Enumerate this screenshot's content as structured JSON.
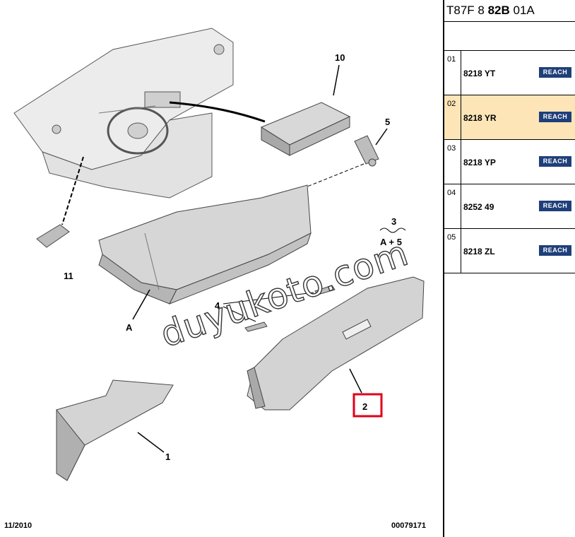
{
  "header": {
    "prefix": "T87F 8 ",
    "bold": "82B",
    "suffix": " 01A"
  },
  "rows": [
    {
      "num": "01",
      "code": "8218 YT",
      "badge": "REACH",
      "selected": false
    },
    {
      "num": "02",
      "code": "8218 YR",
      "badge": "REACH",
      "selected": true
    },
    {
      "num": "03",
      "code": "8218 YP",
      "badge": "REACH",
      "selected": false
    },
    {
      "num": "04",
      "code": "8252 49",
      "badge": "REACH",
      "selected": false
    },
    {
      "num": "05",
      "code": "8218 ZL",
      "badge": "REACH",
      "selected": false
    }
  ],
  "callouts": {
    "c10": "10",
    "c5": "5",
    "c3": "3",
    "a5": "A + 5",
    "c11": "11",
    "a": "A",
    "c4": "4",
    "c2": "2",
    "c1": "1"
  },
  "footer": {
    "date": "11/2010",
    "ref": "00079171"
  },
  "watermark": "duyukoto.com",
  "colors": {
    "highlight_row": "#fde5b8",
    "badge_bg": "#1f3f7a",
    "callout_box": "#e2001a"
  }
}
